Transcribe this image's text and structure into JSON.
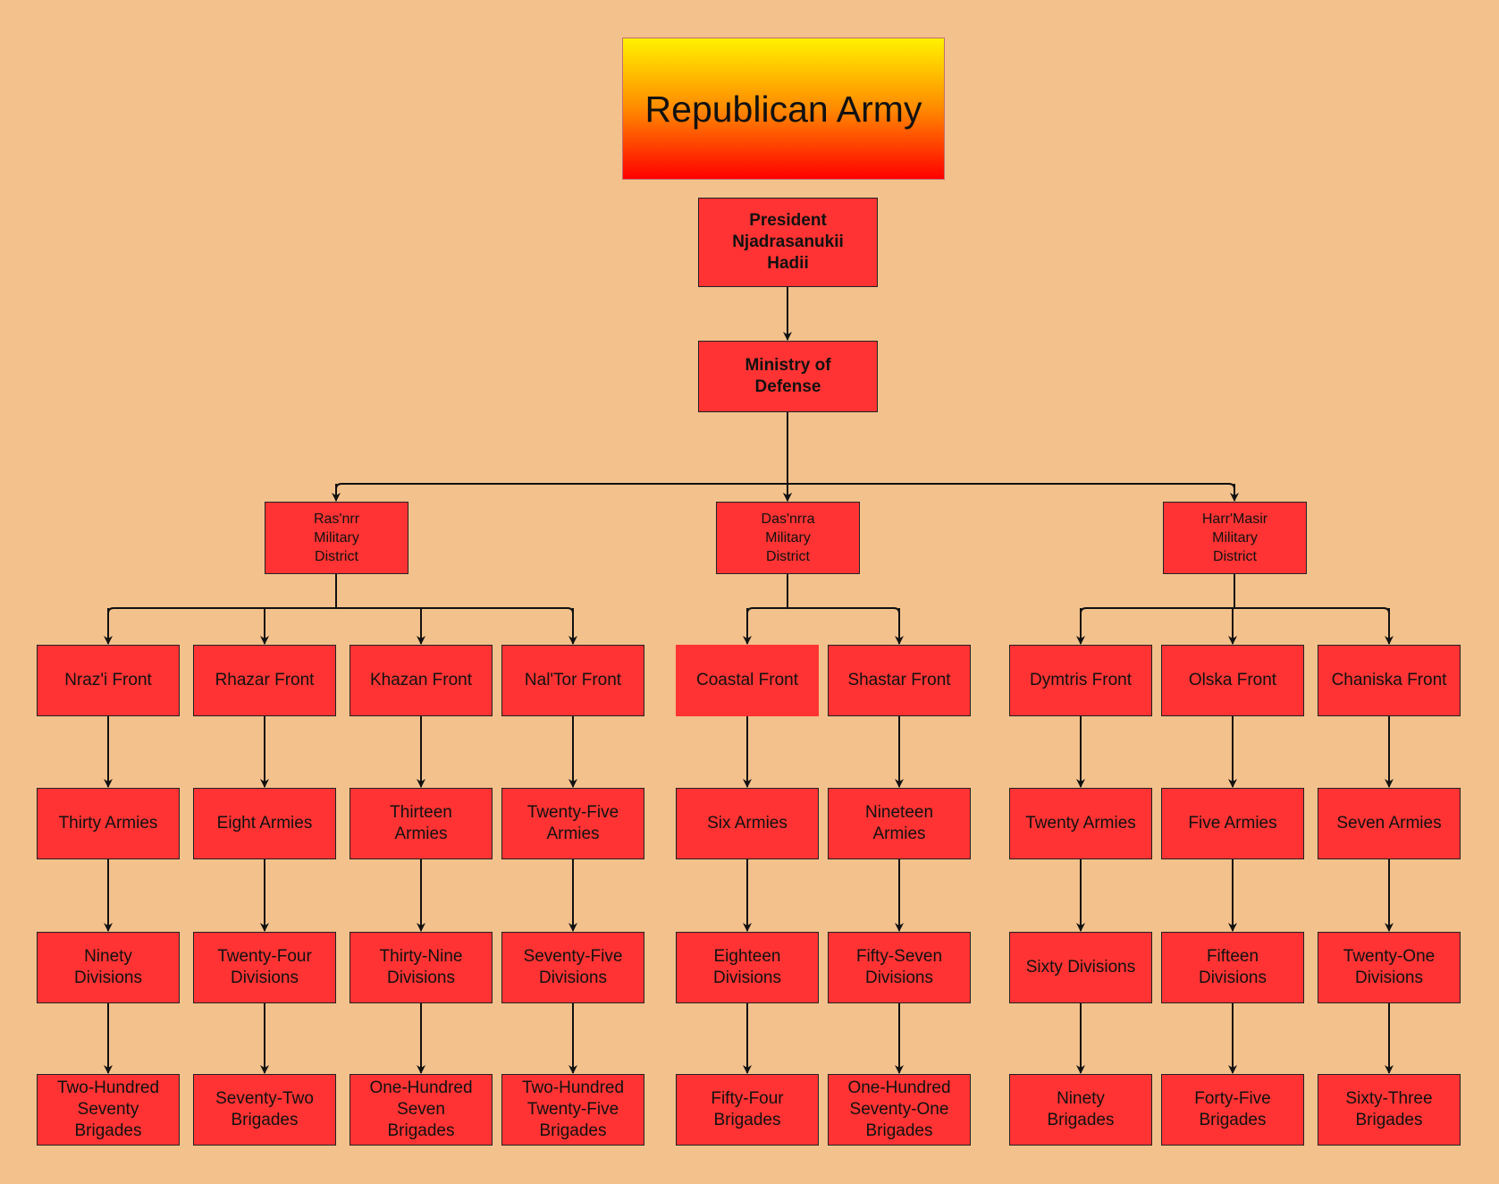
{
  "title": "Republican Army",
  "president": "President Njadrasanukii Hadii",
  "ministry": "Ministry of Defense",
  "districts": [
    {
      "name": "Ras'nrr Military District",
      "fronts": [
        {
          "name": "Nraz'i Front",
          "armies": "Thirty Armies",
          "divisions": "Ninety Divisions",
          "brigades": "Two-Hundred Seventy Brigades"
        },
        {
          "name": "Rhazar Front",
          "armies": "Eight Armies",
          "divisions": "Twenty-Four Divisions",
          "brigades": "Seventy-Two Brigades"
        },
        {
          "name": "Khazan Front",
          "armies": "Thirteen Armies",
          "divisions": "Thirty-Nine Divisions",
          "brigades": "One-Hundred Seven Brigades"
        },
        {
          "name": "Nal'Tor Front",
          "armies": "Twenty-Five Armies",
          "divisions": "Seventy-Five Divisions",
          "brigades": "Two-Hundred Twenty-Five Brigades"
        }
      ]
    },
    {
      "name": "Das'nrra Military District",
      "fronts": [
        {
          "name": "Coastal Front",
          "armies": "Six Armies",
          "divisions": "Eighteen Divisions",
          "brigades": "Fifty-Four Brigades"
        },
        {
          "name": "Shastar Front",
          "armies": "Nineteen Armies",
          "divisions": "Fifty-Seven Divisions",
          "brigades": "One-Hundred Seventy-One Brigades"
        }
      ]
    },
    {
      "name": "Harr'Masir Military District",
      "fronts": [
        {
          "name": "Dymtris Front",
          "armies": "Twenty Armies",
          "divisions": "Sixty Divisions",
          "brigades": "Ninety Brigades"
        },
        {
          "name": "Olska Front",
          "armies": "Five Armies",
          "divisions": "Fifteen Divisions",
          "brigades": "Forty-Five Brigades"
        },
        {
          "name": "Chaniska Front",
          "armies": "Seven Armies",
          "divisions": "Twenty-One Divisions",
          "brigades": "Sixty-Three Brigades"
        }
      ]
    }
  ]
}
